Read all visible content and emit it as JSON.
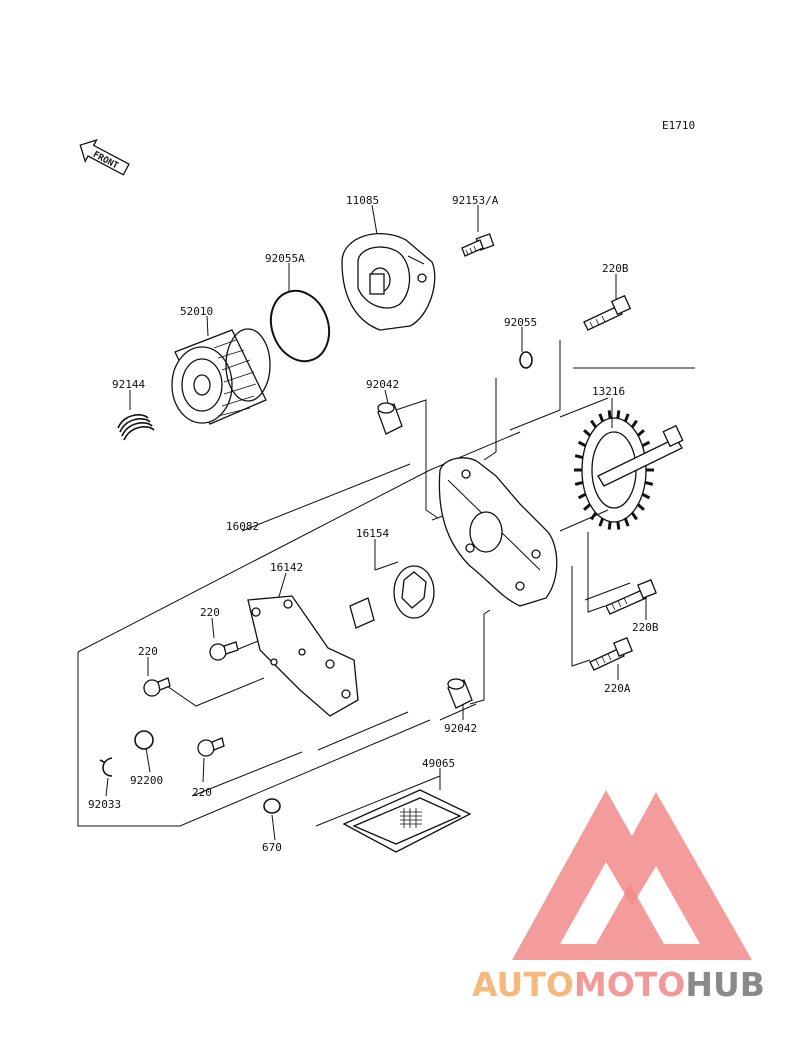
{
  "diagram": {
    "figure_code": "E1710",
    "front_label": "FRONT",
    "callouts": {
      "p11085": "11085",
      "p92153A": "92153/A",
      "p92055A": "92055A",
      "p220B_top": "220B",
      "p52010": "52010",
      "p92055": "92055",
      "p92144": "92144",
      "p92042_top": "92042",
      "p13216": "13216",
      "p16082": "16082",
      "p16154": "16154",
      "p16142": "16142",
      "p220_a": "220",
      "p220_b": "220",
      "p220B_right": "220B",
      "p220A": "220A",
      "p92042_bottom": "92042",
      "p92200": "92200",
      "p220_c": "220",
      "p92033": "92033",
      "p49065": "49065",
      "p670": "670"
    }
  },
  "watermark": {
    "part1": "AUTO",
    "part2": "MOTO",
    "part3": "HUB",
    "color1": "#f5b97e",
    "color2": "#f29a9a",
    "color3": "#8a8a8a",
    "logo_color": "#f28b8b"
  }
}
